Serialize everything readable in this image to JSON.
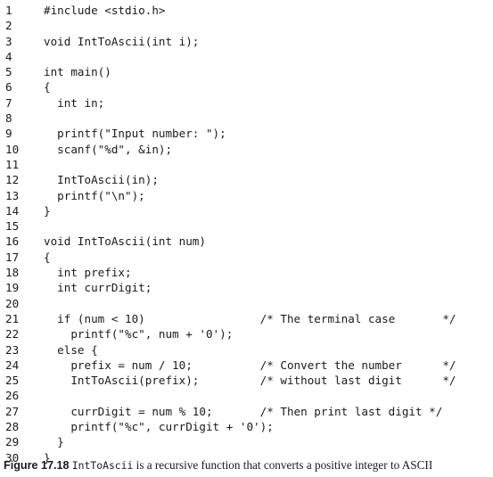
{
  "listing": {
    "lines": [
      {
        "num": "1",
        "code": "#include <stdio.h>"
      },
      {
        "num": "2",
        "code": ""
      },
      {
        "num": "3",
        "code": "void IntToAscii(int i);"
      },
      {
        "num": "4",
        "code": ""
      },
      {
        "num": "5",
        "code": "int main()"
      },
      {
        "num": "6",
        "code": "{"
      },
      {
        "num": "7",
        "code": "  int in;"
      },
      {
        "num": "8",
        "code": ""
      },
      {
        "num": "9",
        "code": "  printf(\"Input number: \");"
      },
      {
        "num": "10",
        "code": "  scanf(\"%d\", &in);"
      },
      {
        "num": "11",
        "code": ""
      },
      {
        "num": "12",
        "code": "  IntToAscii(in);"
      },
      {
        "num": "13",
        "code": "  printf(\"\\n\");"
      },
      {
        "num": "14",
        "code": "}"
      },
      {
        "num": "15",
        "code": ""
      },
      {
        "num": "16",
        "code": "void IntToAscii(int num)"
      },
      {
        "num": "17",
        "code": "{"
      },
      {
        "num": "18",
        "code": "  int prefix;"
      },
      {
        "num": "19",
        "code": "  int currDigit;"
      },
      {
        "num": "20",
        "code": ""
      },
      {
        "num": "21",
        "code": "  if (num < 10)                 /* The terminal case       */"
      },
      {
        "num": "22",
        "code": "    printf(\"%c\", num + '0');"
      },
      {
        "num": "23",
        "code": "  else {"
      },
      {
        "num": "24",
        "code": "    prefix = num / 10;          /* Convert the number      */"
      },
      {
        "num": "25",
        "code": "    IntToAscii(prefix);         /* without last digit      */"
      },
      {
        "num": "26",
        "code": ""
      },
      {
        "num": "27",
        "code": "    currDigit = num % 10;       /* Then print last digit */"
      },
      {
        "num": "28",
        "code": "    printf(\"%c\", currDigit + '0');"
      },
      {
        "num": "29",
        "code": "  }"
      },
      {
        "num": "30",
        "code": "}"
      }
    ]
  },
  "caption": {
    "label": "Figure 17.18",
    "function_name": "IntToAscii",
    "text": "is a recursive function that converts a positive integer to ASCII"
  }
}
